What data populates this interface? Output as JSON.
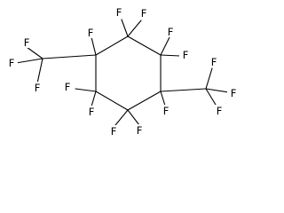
{
  "molecule": {
    "atoms": [
      {
        "id": "F1",
        "label": "F"
      },
      {
        "id": "F2",
        "label": "F"
      },
      {
        "id": "F3",
        "label": "F"
      },
      {
        "id": "F4",
        "label": "F"
      },
      {
        "id": "F5",
        "label": "F"
      },
      {
        "id": "F6",
        "label": "F"
      },
      {
        "id": "F7",
        "label": "F"
      },
      {
        "id": "F8",
        "label": "F"
      },
      {
        "id": "F9",
        "label": "F"
      },
      {
        "id": "F10",
        "label": "F"
      },
      {
        "id": "F11",
        "label": "F"
      },
      {
        "id": "F12",
        "label": "F"
      },
      {
        "id": "F13",
        "label": "F"
      },
      {
        "id": "F14",
        "label": "F"
      },
      {
        "id": "F15",
        "label": "F"
      },
      {
        "id": "F16",
        "label": "F"
      }
    ]
  },
  "colors": {
    "bond": "#000000",
    "label": "#000000",
    "background": "#ffffff"
  }
}
